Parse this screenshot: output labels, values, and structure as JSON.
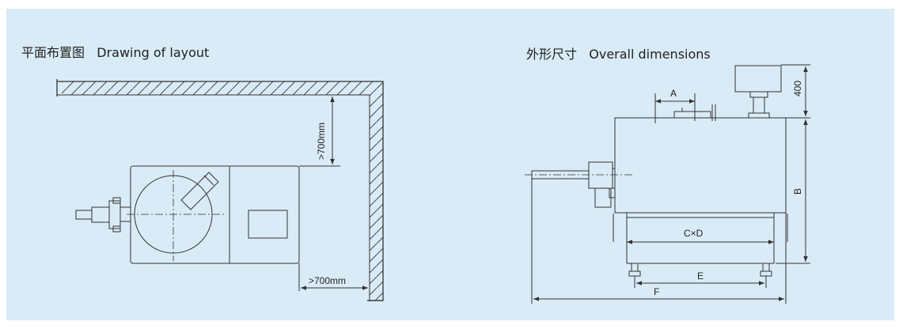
{
  "layout_drawing": {
    "title": "平面布置图   Drawing of layout",
    "clearance_side": ">700mm",
    "clearance_bottom": ">700mm"
  },
  "dimensions_drawing": {
    "title": "外形尺寸   Overall dimensions",
    "label_a": "A",
    "label_400": "400",
    "label_b": "B",
    "label_cxd": "C×D",
    "label_e": "E",
    "label_f": "F"
  },
  "colors": {
    "panel_background": "#d9ebf6",
    "line": "#333333"
  }
}
